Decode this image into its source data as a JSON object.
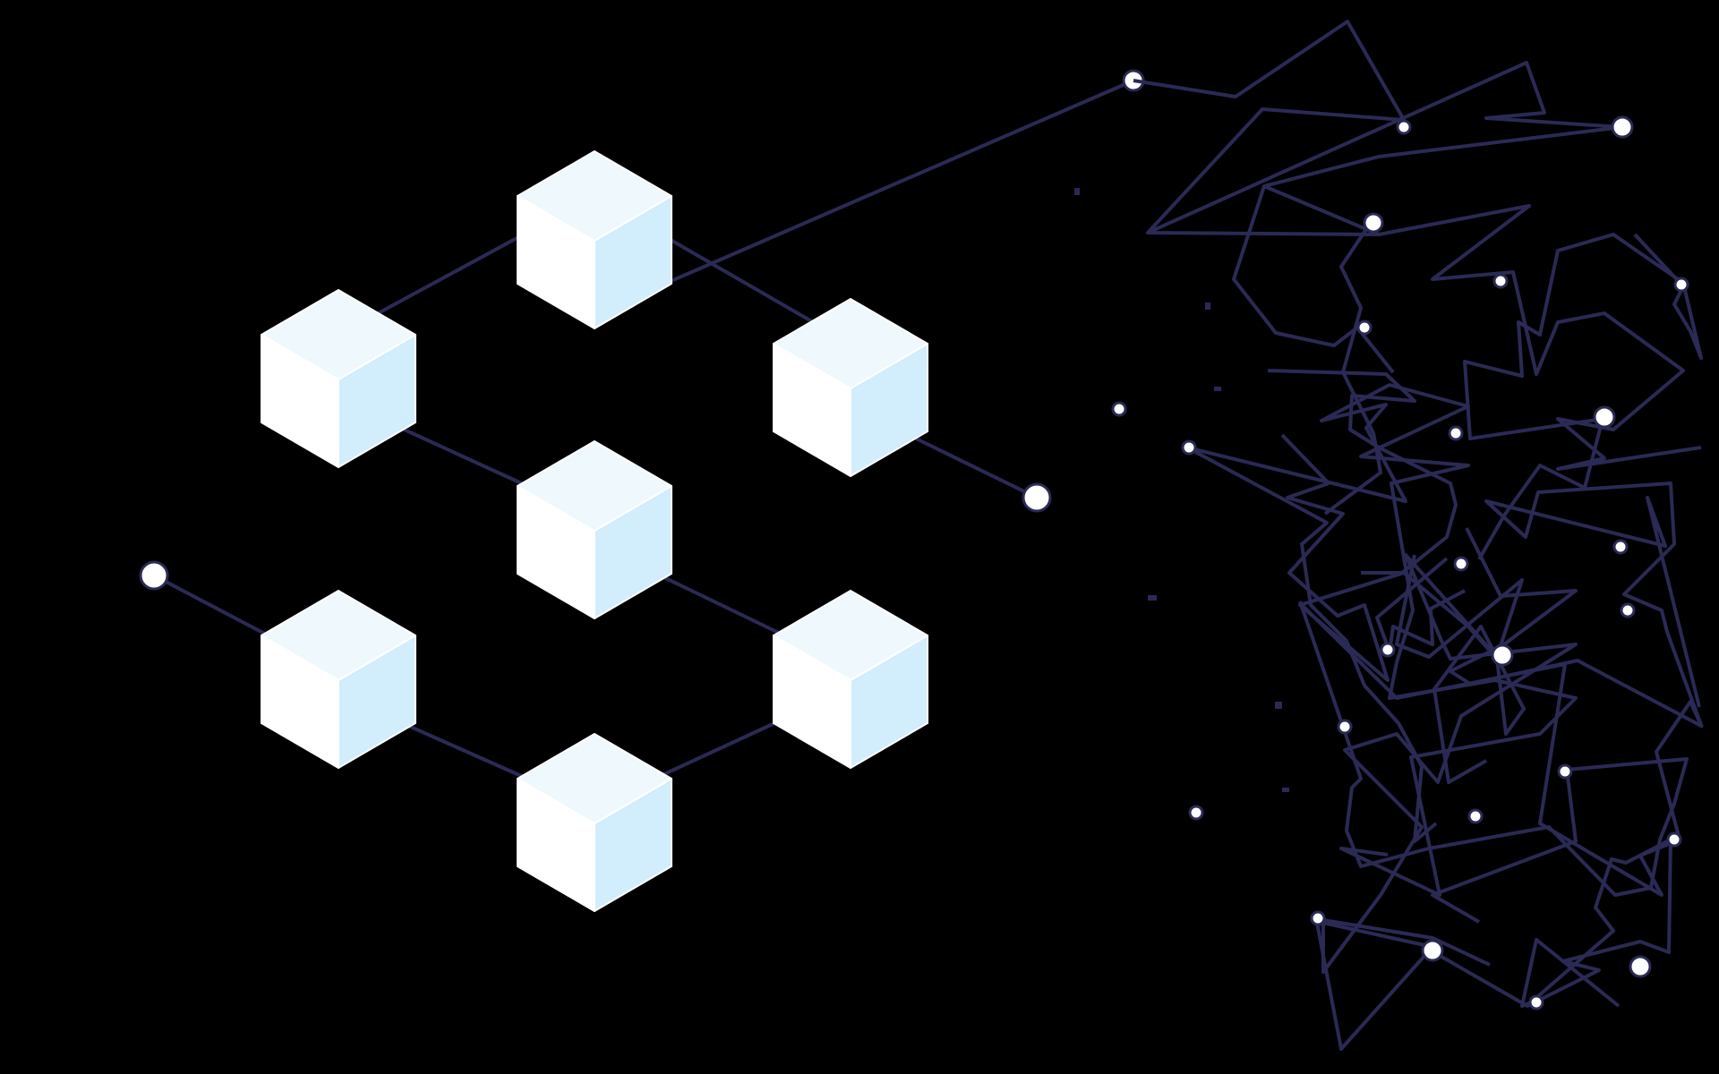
{
  "colors": {
    "background": "#000000",
    "line": "#2a2a55",
    "cube_top": "#eef8fd",
    "cube_left": "#ffffff",
    "cube_right": "#d2edfb",
    "cube_stroke": "#ffffff",
    "node_fill": "#ffffff",
    "node_stroke": "#2a2a55"
  },
  "diagram": {
    "cube_count": 7,
    "connectors": [
      "blockchain-link",
      "scattered-network"
    ]
  }
}
